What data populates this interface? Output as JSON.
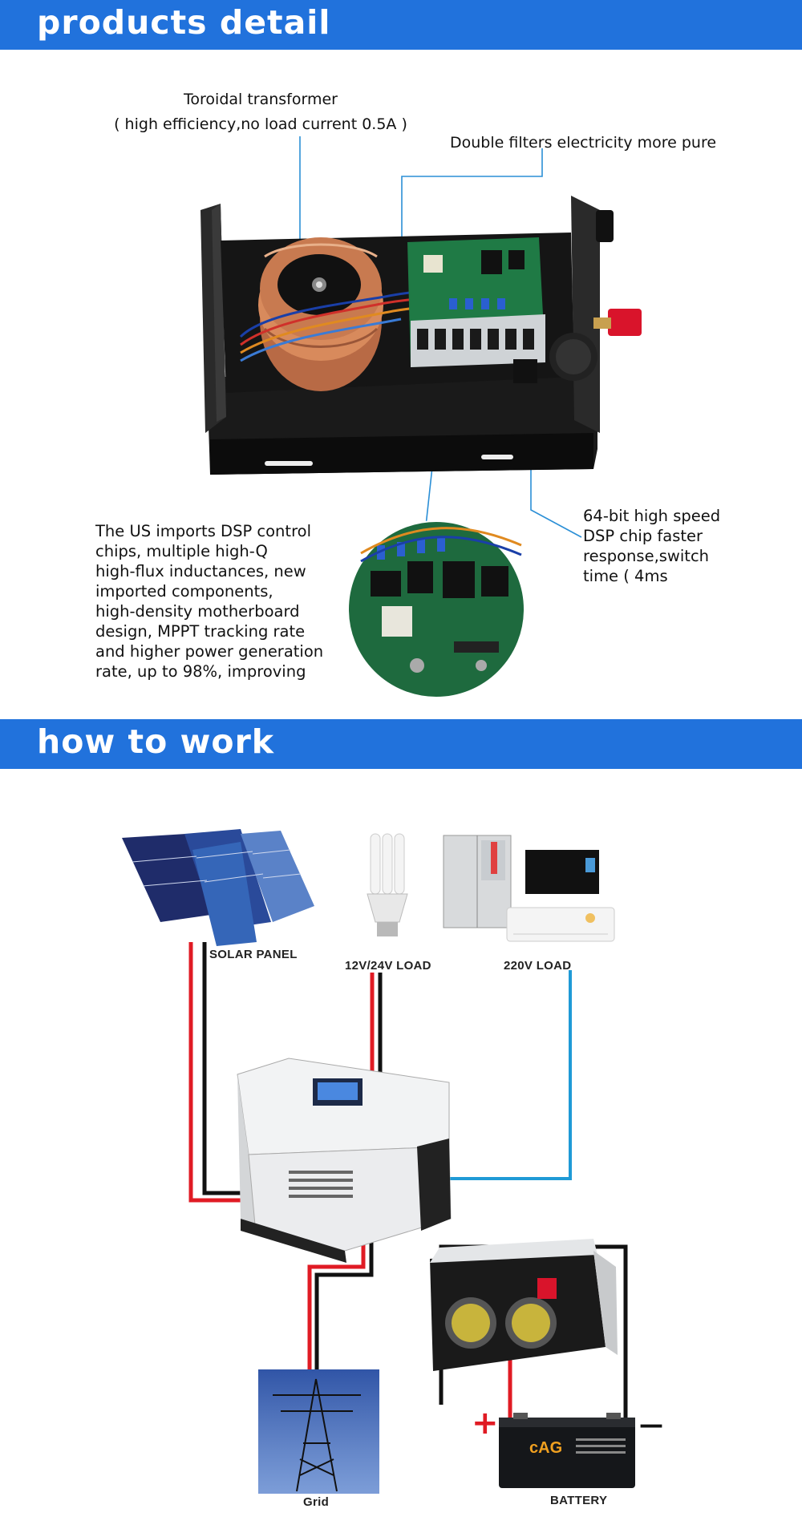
{
  "sections": {
    "products_detail": "products detail",
    "how_to_work": "how to work"
  },
  "annotations": {
    "transformer_line1": "Toroidal transformer",
    "transformer_line2": "( high efficiency,no load current 0.5A )",
    "filters": "Double filters electricity more pure",
    "dsp_imports": [
      "The US imports DSP control",
      "chips, multiple high-Q",
      "high-flux inductances, new",
      "imported components,",
      "high-density motherboard",
      "design, MPPT tracking rate",
      "and higher power generation",
      "rate, up to 98%, improving"
    ],
    "dsp_chip": [
      "64-bit high speed",
      "DSP chip faster",
      "response,switch",
      "time ( 4ms"
    ]
  },
  "diagram": {
    "solar_panel": "SOLAR PANEL",
    "load_12_24": "12V/24V LOAD",
    "load_220": "220V LOAD",
    "grid": "Grid",
    "battery": "BATTERY",
    "plus": "+",
    "minus": "—"
  },
  "colors": {
    "banner": "#2172dc",
    "callout_line": "#2b8fd6",
    "wire_red": "#e01b24",
    "wire_black": "#111111",
    "wire_blue": "#1f9ad6"
  },
  "icons": [
    "solar-panel-icon",
    "cfl-bulb-icon",
    "refrigerator-icon",
    "microwave-icon",
    "air-conditioner-icon",
    "inverter-icon",
    "inverter-rear-icon",
    "power-tower-icon",
    "battery-icon",
    "transformer-icon",
    "circuit-board-icon"
  ]
}
